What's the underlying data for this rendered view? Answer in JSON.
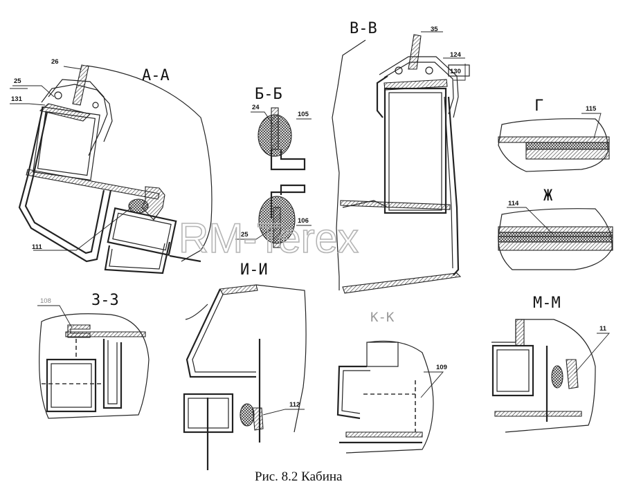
{
  "figure": {
    "caption": "Рис. 8.2 Кабина",
    "watermark": "RM-Terex"
  },
  "sections": {
    "aa": "А-А",
    "bb": "Б-Б",
    "vv": "В-В",
    "g": "Г",
    "zh": "Ж",
    "zz": "З-З",
    "ii": "И-И",
    "kk": "К-К",
    "mm": "М-М"
  },
  "callouts": {
    "c26": "26",
    "c25a": "25",
    "c131": "131",
    "c111": "111",
    "c24": "24",
    "c105": "105",
    "c106": "106",
    "c25b": "25",
    "c35": "35",
    "c124": "124",
    "c130": "130",
    "c115": "115",
    "c114": "114",
    "c108": "108",
    "c112": "112",
    "c109": "109",
    "c11": "11"
  }
}
